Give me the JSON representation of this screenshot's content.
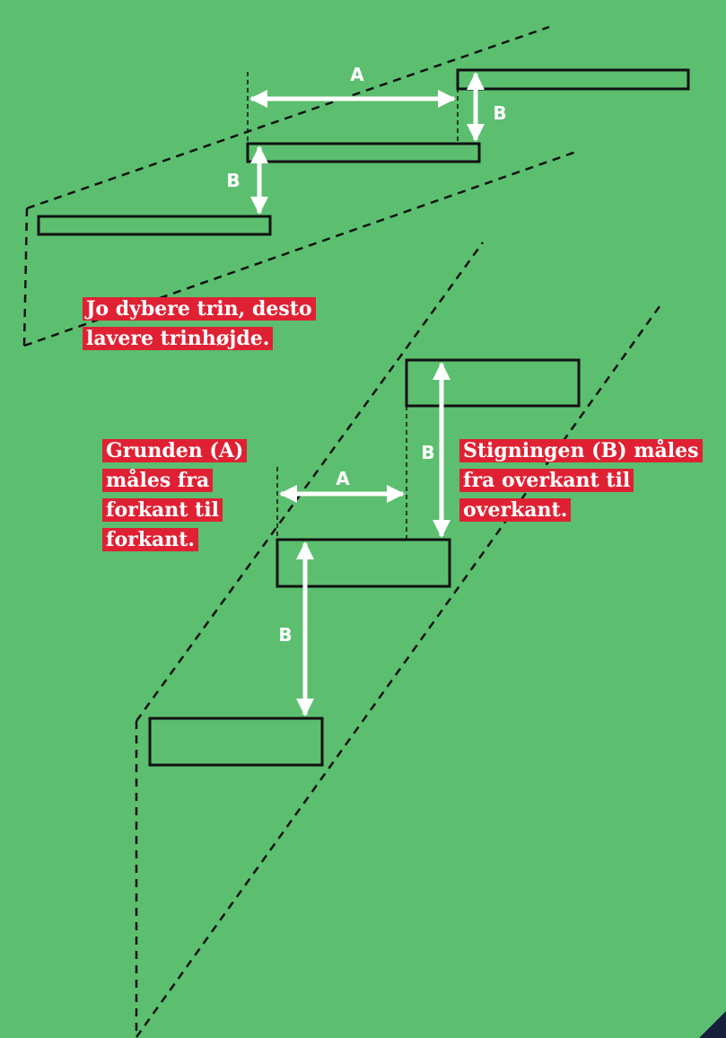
{
  "diagram": {
    "labels": {
      "depth": "A",
      "rise": "B"
    },
    "captions": {
      "top_note": [
        "Jo dybere trin, desto",
        "lavere trinhøjde."
      ],
      "depth_note": [
        "Grunden (A)",
        "måles fra",
        "forkant til",
        "forkant."
      ],
      "rise_note": [
        "Stigningen (B) måles",
        "fra overkant til",
        "overkant."
      ]
    },
    "colors": {
      "background": "#5bbf6f",
      "caption_bg": "#e02133",
      "outline": "#111111",
      "arrow": "#ffffff"
    }
  }
}
